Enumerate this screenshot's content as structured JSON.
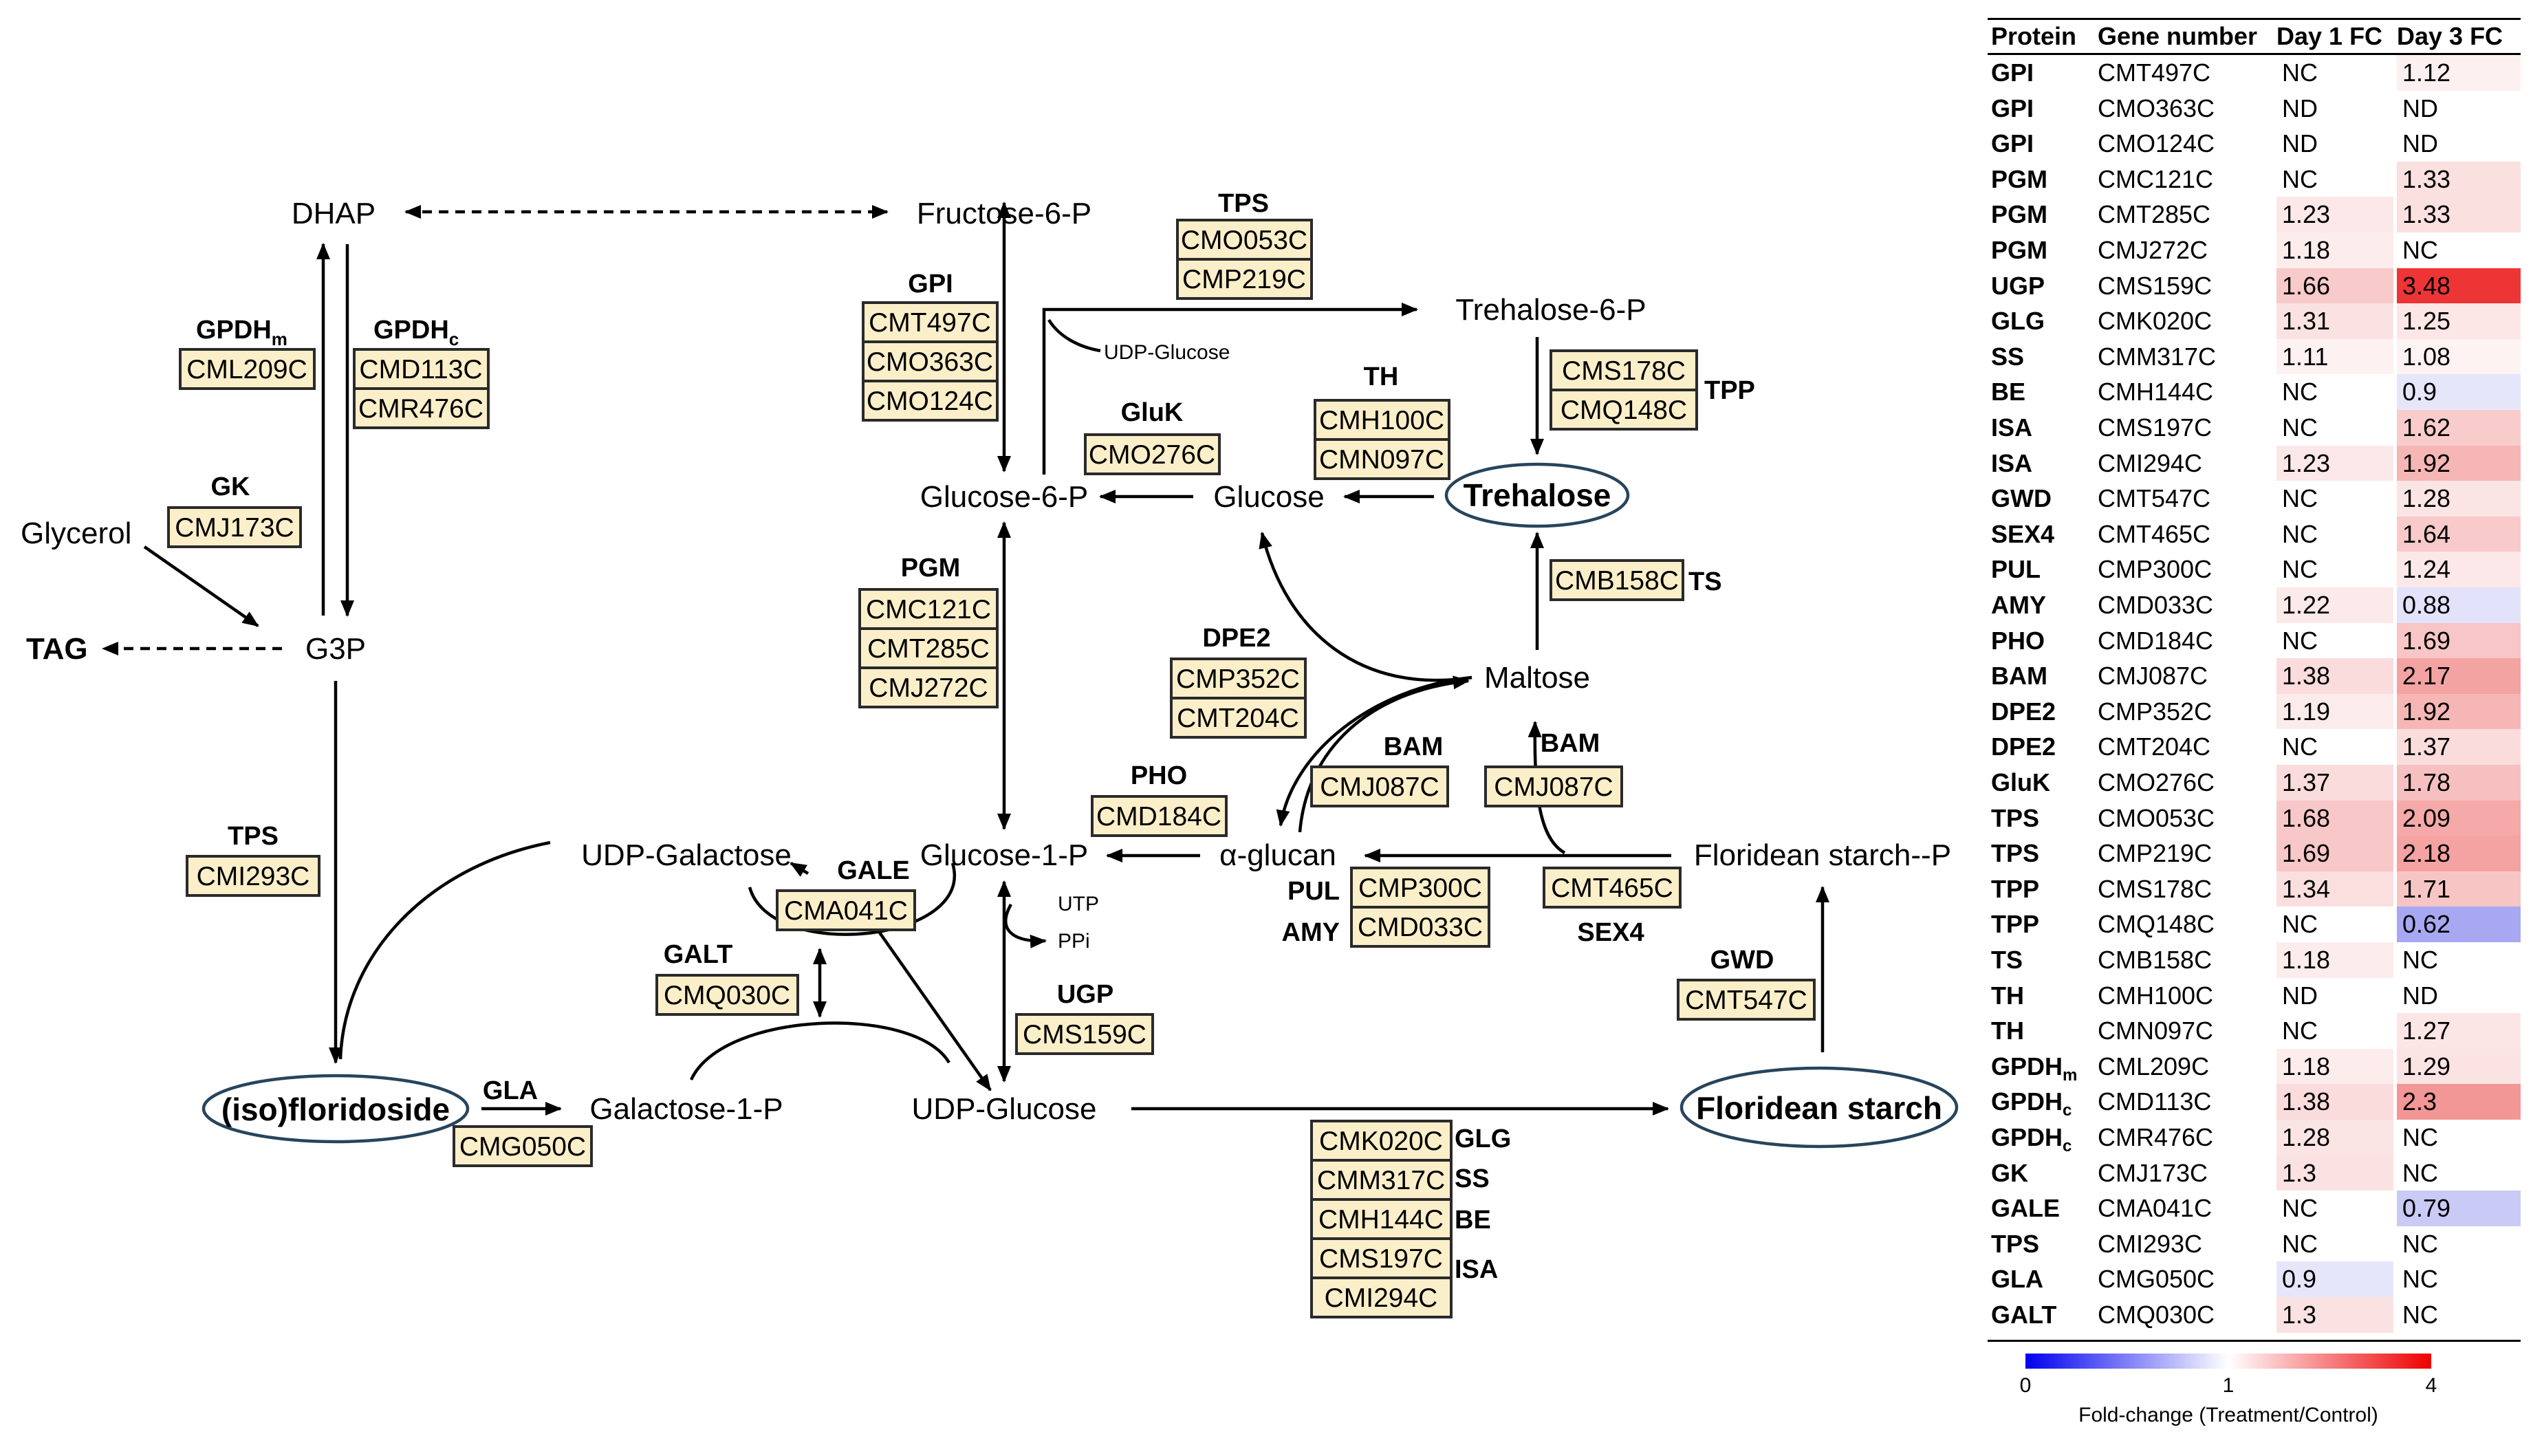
{
  "metabolites": {
    "dhap": "DHAP",
    "fructose6p": "Fructose-6-P",
    "trehalose6p": "Trehalose-6-P",
    "udp_glucose_small": "UDP-Glucose",
    "glycerol": "Glycerol",
    "tag": "TAG",
    "g3p": "G3P",
    "glucose6p": "Glucose-6-P",
    "glucose": "Glucose",
    "trehalose": "Trehalose",
    "maltose": "Maltose",
    "udp_galactose": "UDP-Galactose",
    "glucose1p": "Glucose-1-P",
    "alpha_glucan": "α-glucan",
    "floridean_starch_p": "Floridean starch--P",
    "utp": "UTP",
    "ppi": "PPi",
    "isofloridoside": "(iso)floridoside",
    "galactose1p": "Galactose-1-P",
    "udp_glucose": "UDP-Glucose",
    "floridean_starch": "Floridean starch"
  },
  "enzymes": {
    "gpdh_m": "GPDH",
    "gpdh_m_sub": "m",
    "gpdh_c": "GPDH",
    "gpdh_c_sub": "c",
    "gk": "GK",
    "tps_left": "TPS",
    "gpi": "GPI",
    "tps_top": "TPS",
    "gluk": "GluK",
    "th": "TH",
    "tpp": "TPP",
    "pgm": "PGM",
    "dpe2": "DPE2",
    "ts": "TS",
    "pho": "PHO",
    "bam1": "BAM",
    "bam2": "BAM",
    "pul": "PUL",
    "amy": "AMY",
    "sex4": "SEX4",
    "gale": "GALE",
    "galt": "GALT",
    "ugp": "UGP",
    "gwd": "GWD",
    "gla": "GLA",
    "glg": "GLG",
    "ss": "SS",
    "be": "BE",
    "isa": "ISA"
  },
  "genes": {
    "cml209c": "CML209C",
    "cmd113c": "CMD113C",
    "cmr476c": "CMR476C",
    "cmj173c": "CMJ173C",
    "cmi293c": "CMI293C",
    "cmt497c": "CMT497C",
    "cmo363c": "CMO363C",
    "cmo124c": "CMO124C",
    "cmo053c": "CMO053C",
    "cmp219c": "CMP219C",
    "cmo276c": "CMO276C",
    "cmh100c": "CMH100C",
    "cmn097c": "CMN097C",
    "cms178c": "CMS178C",
    "cmq148c": "CMQ148C",
    "cmc121c": "CMC121C",
    "cmt285c": "CMT285C",
    "cmj272c": "CMJ272C",
    "cmp352c": "CMP352C",
    "cmt204c": "CMT204C",
    "cmb158c": "CMB158C",
    "cmd184c": "CMD184C",
    "cmj087c_a": "CMJ087C",
    "cmj087c_b": "CMJ087C",
    "cmp300c": "CMP300C",
    "cmd033c": "CMD033C",
    "cmt465c": "CMT465C",
    "cma041c": "CMA041C",
    "cmq030c": "CMQ030C",
    "cms159c": "CMS159C",
    "cmt547c": "CMT547C",
    "cmg050c": "CMG050C",
    "cmk020c": "CMK020C",
    "cmm317c": "CMM317C",
    "cmh144c": "CMH144C",
    "cms197c": "CMS197C",
    "cmi294c": "CMI294C"
  },
  "table": {
    "headers": [
      "Protein",
      "Gene number",
      "Day 1 FC",
      "Day 3 FC"
    ],
    "rows": [
      {
        "protein": "GPI",
        "sub": "",
        "gene": "CMT497C",
        "d1": "NC",
        "d3": "1.12",
        "c1": "#ffffff",
        "c3": "#fdf0f0"
      },
      {
        "protein": "GPI",
        "sub": "",
        "gene": "CMO363C",
        "d1": "ND",
        "d3": "ND",
        "c1": "#ffffff",
        "c3": "#ffffff"
      },
      {
        "protein": "GPI",
        "sub": "",
        "gene": "CMO124C",
        "d1": "ND",
        "d3": "ND",
        "c1": "#ffffff",
        "c3": "#ffffff"
      },
      {
        "protein": "PGM",
        "sub": "",
        "gene": "CMC121C",
        "d1": "NC",
        "d3": "1.33",
        "c1": "#ffffff",
        "c3": "#fbe0e0"
      },
      {
        "protein": "PGM",
        "sub": "",
        "gene": "CMT285C",
        "d1": "1.23",
        "d3": "1.33",
        "c1": "#fce8e8",
        "c3": "#fbe0e0"
      },
      {
        "protein": "PGM",
        "sub": "",
        "gene": "CMJ272C",
        "d1": "1.18",
        "d3": "NC",
        "c1": "#fdecec",
        "c3": "#ffffff"
      },
      {
        "protein": "UGP",
        "sub": "",
        "gene": "CMS159C",
        "d1": "1.66",
        "d3": "3.48",
        "c1": "#f8caca",
        "c3": "#ee3535"
      },
      {
        "protein": "GLG",
        "sub": "",
        "gene": "CMK020C",
        "d1": "1.31",
        "d3": "1.25",
        "c1": "#fbe2e2",
        "c3": "#fce6e6"
      },
      {
        "protein": "SS",
        "sub": "",
        "gene": "CMM317C",
        "d1": "1.11",
        "d3": "1.08",
        "c1": "#fdf1f1",
        "c3": "#fdf3f3"
      },
      {
        "protein": "BE",
        "sub": "",
        "gene": "CMH144C",
        "d1": "NC",
        "d3": "0.9",
        "c1": "#ffffff",
        "c3": "#e6e6fb"
      },
      {
        "protein": "ISA",
        "sub": "",
        "gene": "CMS197C",
        "d1": "NC",
        "d3": "1.62",
        "c1": "#ffffff",
        "c3": "#f9cccc"
      },
      {
        "protein": "ISA",
        "sub": "",
        "gene": "CMI294C",
        "d1": "1.23",
        "d3": "1.92",
        "c1": "#fce8e8",
        "c3": "#f6b6b6"
      },
      {
        "protein": "GWD",
        "sub": "",
        "gene": "CMT547C",
        "d1": "NC",
        "d3": "1.28",
        "c1": "#ffffff",
        "c3": "#fbe4e4"
      },
      {
        "protein": "SEX4",
        "sub": "",
        "gene": "CMT465C",
        "d1": "NC",
        "d3": "1.64",
        "c1": "#ffffff",
        "c3": "#f8caca"
      },
      {
        "protein": "PUL",
        "sub": "",
        "gene": "CMP300C",
        "d1": "NC",
        "d3": "1.24",
        "c1": "#ffffff",
        "c3": "#fce8e8"
      },
      {
        "protein": "AMY",
        "sub": "",
        "gene": "CMD033C",
        "d1": "1.22",
        "d3": "0.88",
        "c1": "#fce9e9",
        "c3": "#e2e2fa"
      },
      {
        "protein": "PHO",
        "sub": "",
        "gene": "CMD184C",
        "d1": "NC",
        "d3": "1.69",
        "c1": "#ffffff",
        "c3": "#f8c6c6"
      },
      {
        "protein": "BAM",
        "sub": "",
        "gene": "CMJ087C",
        "d1": "1.38",
        "d3": "2.17",
        "c1": "#fadcdc",
        "c3": "#f4a3a3"
      },
      {
        "protein": "DPE2",
        "sub": "",
        "gene": "CMP352C",
        "d1": "1.19",
        "d3": "1.92",
        "c1": "#fcebeb",
        "c3": "#f6b6b6"
      },
      {
        "protein": "DPE2",
        "sub": "",
        "gene": "CMT204C",
        "d1": "NC",
        "d3": "1.37",
        "c1": "#ffffff",
        "c3": "#fadcdc"
      },
      {
        "protein": "GluK",
        "sub": "",
        "gene": "CMO276C",
        "d1": "1.37",
        "d3": "1.78",
        "c1": "#fadcdc",
        "c3": "#f7c0c0"
      },
      {
        "protein": "TPS",
        "sub": "",
        "gene": "CMO053C",
        "d1": "1.68",
        "d3": "2.09",
        "c1": "#f8c8c8",
        "c3": "#f5a9a9"
      },
      {
        "protein": "TPS",
        "sub": "",
        "gene": "CMP219C",
        "d1": "1.69",
        "d3": "2.18",
        "c1": "#f8c7c7",
        "c3": "#f4a2a2"
      },
      {
        "protein": "TPP",
        "sub": "",
        "gene": "CMS178C",
        "d1": "1.34",
        "d3": "1.71",
        "c1": "#fbdfdf",
        "c3": "#f8c5c5"
      },
      {
        "protein": "TPP",
        "sub": "",
        "gene": "CMQ148C",
        "d1": "NC",
        "d3": "0.62",
        "c1": "#ffffff",
        "c3": "#a8a8f2"
      },
      {
        "protein": "TS",
        "sub": "",
        "gene": "CMB158C",
        "d1": "1.18",
        "d3": "NC",
        "c1": "#fdecec",
        "c3": "#ffffff"
      },
      {
        "protein": "TH",
        "sub": "",
        "gene": "CMH100C",
        "d1": "ND",
        "d3": "ND",
        "c1": "#ffffff",
        "c3": "#ffffff"
      },
      {
        "protein": "TH",
        "sub": "",
        "gene": "CMN097C",
        "d1": "NC",
        "d3": "1.27",
        "c1": "#ffffff",
        "c3": "#fce5e5"
      },
      {
        "protein": "GPDH",
        "sub": "m",
        "gene": "CML209C",
        "d1": "1.18",
        "d3": "1.29",
        "c1": "#fdecec",
        "c3": "#fbe3e3"
      },
      {
        "protein": "GPDH",
        "sub": "c",
        "gene": "CMD113C",
        "d1": "1.38",
        "d3": "2.3",
        "c1": "#fadcdc",
        "c3": "#f39696"
      },
      {
        "protein": "GPDH",
        "sub": "c",
        "gene": "CMR476C",
        "d1": "1.28",
        "d3": "NC",
        "c1": "#fbe4e4",
        "c3": "#ffffff"
      },
      {
        "protein": "GK",
        "sub": "",
        "gene": "CMJ173C",
        "d1": "1.3",
        "d3": "NC",
        "c1": "#fbe2e2",
        "c3": "#ffffff"
      },
      {
        "protein": "GALE",
        "sub": "",
        "gene": "CMA041C",
        "d1": "NC",
        "d3": "0.79",
        "c1": "#ffffff",
        "c3": "#cacaf6"
      },
      {
        "protein": "TPS",
        "sub": "",
        "gene": "CMI293C",
        "d1": "NC",
        "d3": "NC",
        "c1": "#ffffff",
        "c3": "#ffffff"
      },
      {
        "protein": "GLA",
        "sub": "",
        "gene": "CMG050C",
        "d1": "0.9",
        "d3": "NC",
        "c1": "#e6e6fb",
        "c3": "#ffffff"
      },
      {
        "protein": "GALT",
        "sub": "",
        "gene": "CMQ030C",
        "d1": "1.3",
        "d3": "NC",
        "c1": "#fbe2e2",
        "c3": "#ffffff"
      }
    ]
  },
  "legend": {
    "min": "0",
    "mid": "1",
    "max": "4",
    "title": "Fold-change  (Treatment/Control)",
    "color_low": "#0000ee",
    "color_mid": "#ffffff",
    "color_high": "#ee0000"
  }
}
